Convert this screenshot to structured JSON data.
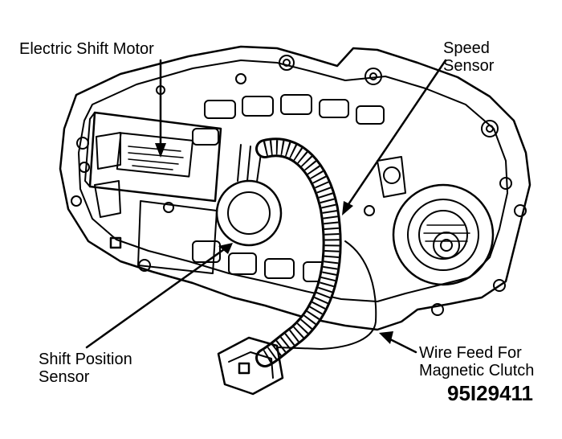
{
  "labels": {
    "electric_shift_motor": "Electric Shift Motor",
    "speed_sensor_line1": "Speed",
    "speed_sensor_line2": "Sensor",
    "shift_position_sensor_line1": "Shift Position",
    "shift_position_sensor_line2": "Sensor",
    "wire_feed_line1": "Wire Feed For",
    "wire_feed_line2": "Magnetic Clutch"
  },
  "figure_code": "95I29411"
}
